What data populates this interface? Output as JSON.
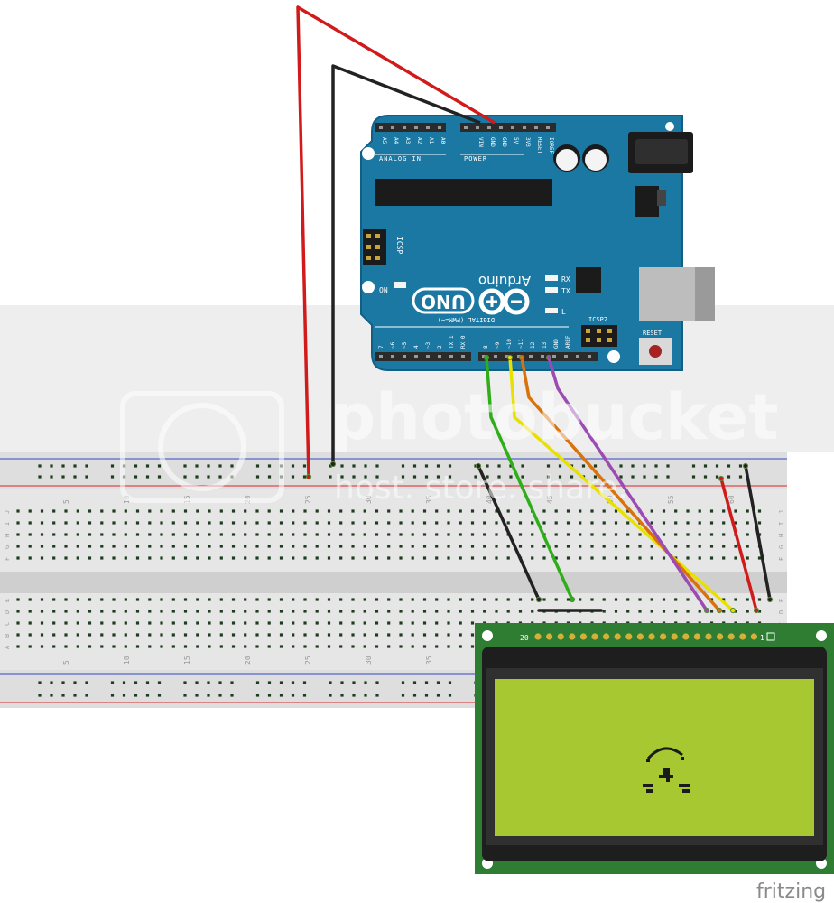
{
  "arduino": {
    "brand": "Arduino",
    "model": "UNO",
    "analog_header": "ANALOG IN",
    "analog_pins": [
      "A5",
      "A4",
      "A3",
      "A2",
      "A1",
      "A0"
    ],
    "power_header": "POWER",
    "power_pins": [
      "VIN",
      "GND",
      "GND",
      "5V",
      "3V3",
      "RESET",
      "IOREF"
    ],
    "digital_header": "DIGITAL (PWM=~)",
    "digital_pins_left": [
      "RX 0",
      "TX 1",
      "2",
      "~3",
      "4",
      "~5",
      "~6",
      "7"
    ],
    "digital_pins_right": [
      "8",
      "~9",
      "~10",
      "~11",
      "12",
      "13",
      "GND",
      "AREF"
    ],
    "icsp_label": "ICSP",
    "icsp2_label": "ICSP2",
    "on_label": "ON",
    "rx_label": "RX",
    "tx_label": "TX",
    "l_label": "L",
    "reset_label": "RESET",
    "colors": {
      "board": "#1a78a3",
      "board_edge": "#135f84",
      "header": "#2b2b2b"
    }
  },
  "breadboard": {
    "col_numbers": [
      "5",
      "10",
      "15",
      "20",
      "25",
      "30",
      "35",
      "40",
      "45",
      "50",
      "55",
      "60"
    ],
    "row_letters_top": [
      "J",
      "I",
      "H",
      "G",
      "F"
    ],
    "row_letters_bottom": [
      "E",
      "D",
      "C",
      "B",
      "A"
    ],
    "colors": {
      "body": "#e6e6e6",
      "hole": "#1e3d1e",
      "rail_red": "#d9262b",
      "rail_blue": "#3248c9"
    }
  },
  "lcd": {
    "pin_first_label": "20",
    "pin_last_label": "1",
    "colors": {
      "pcb": "#2e7d32",
      "bezel": "#1e1e1e",
      "screen": "#a8c831"
    }
  },
  "wires": {
    "colors": {
      "red": "#d11a1a",
      "black": "#222222",
      "green": "#2fae1a",
      "yellow": "#e8e000",
      "orange": "#d9720b",
      "purple": "#9b4bb3"
    }
  },
  "watermark": {
    "line1": "photobucket",
    "line2": "host. store. share."
  },
  "fritzing_logo": "fritzing"
}
